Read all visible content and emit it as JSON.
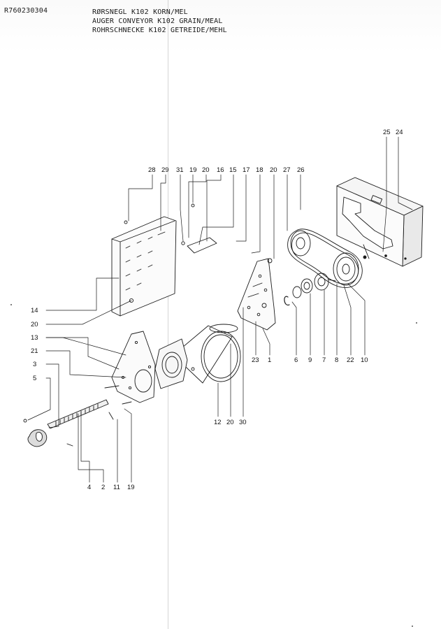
{
  "header": {
    "part_number": "R760230304",
    "title_da": "RØRSNEGL K102 KORN/MEL",
    "title_en": "AUGER CONVEYOR K102 GRAIN/MEAL",
    "title_de": "ROHRSCHNECKE K102 GETREIDE/MEHL"
  },
  "callouts": {
    "top_25": "25",
    "top_24": "24",
    "row_28": "28",
    "row_29": "29",
    "row_31": "31",
    "row_19": "19",
    "row_20a": "20",
    "row_16": "16",
    "row_15": "15",
    "row_17": "17",
    "row_18": "18",
    "row_20b": "20",
    "row_27": "27",
    "row_26": "26",
    "left_14": "14",
    "left_20": "20",
    "left_13": "13",
    "left_21": "21",
    "left_3": "3",
    "left_5": "5",
    "bot_4": "4",
    "bot_2": "2",
    "bot_11": "11",
    "bot_19": "19",
    "mid_12": "12",
    "mid_20": "20",
    "mid_30": "30",
    "mid_23": "23",
    "mid_1": "1",
    "right_6": "6",
    "right_9": "9",
    "right_7": "7",
    "right_8": "8",
    "right_22": "22",
    "right_10": "10"
  }
}
